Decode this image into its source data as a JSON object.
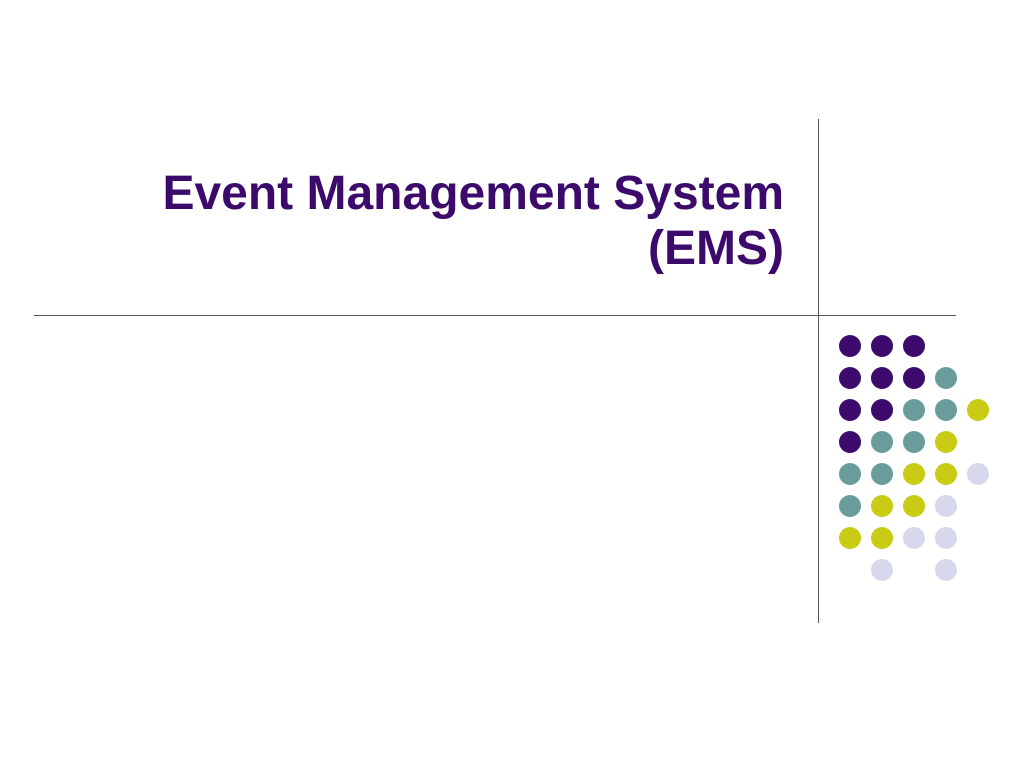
{
  "slide": {
    "title_line1": "Event Management System",
    "title_line2": "(EMS)"
  },
  "colors": {
    "title": "#3b0a6b",
    "purple": "#3b0a6b",
    "teal": "#6b9c9c",
    "lime": "#c8cc14",
    "lavender": "#d8d8ec",
    "rule": "#555555"
  },
  "dot_pattern": [
    [
      "purple",
      "purple",
      "purple",
      "",
      ""
    ],
    [
      "purple",
      "purple",
      "purple",
      "teal",
      ""
    ],
    [
      "purple",
      "purple",
      "teal",
      "teal",
      "lime"
    ],
    [
      "purple",
      "teal",
      "teal",
      "lime",
      ""
    ],
    [
      "teal",
      "teal",
      "lime",
      "lime",
      "lavender"
    ],
    [
      "teal",
      "lime",
      "lime",
      "lavender",
      ""
    ],
    [
      "lime",
      "lime",
      "lavender",
      "lavender",
      ""
    ],
    [
      "",
      "lavender",
      "",
      "lavender",
      ""
    ]
  ]
}
